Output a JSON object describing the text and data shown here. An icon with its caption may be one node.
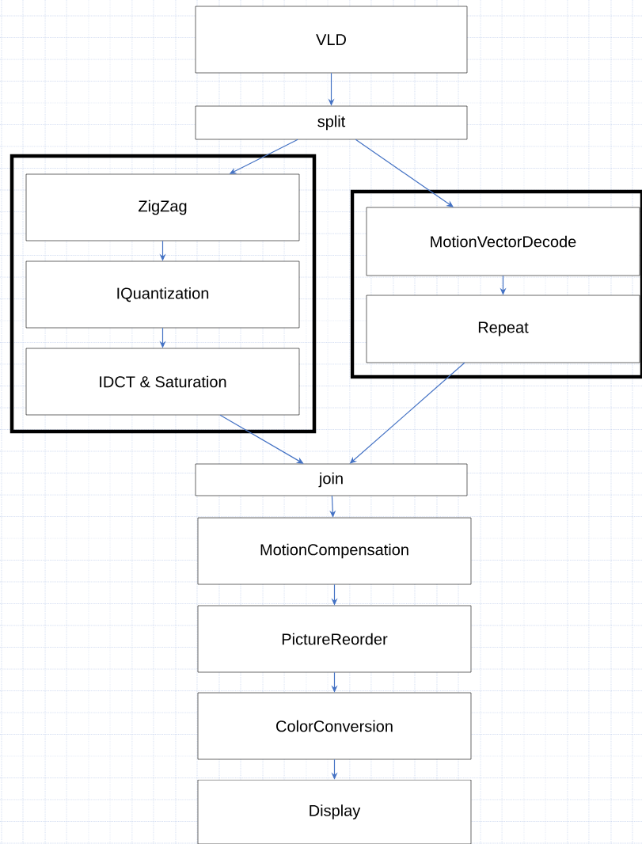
{
  "diagram": {
    "nodes": [
      {
        "text": [
          "VLD"
        ]
      },
      {
        "text": [
          "split"
        ]
      },
      {
        "text": [],
        "shape": "box"
      },
      {
        "text": [
          "ZigZag"
        ],
        "in": 2
      },
      {
        "text": [
          "IQuantization"
        ],
        "in": 2
      },
      {
        "text": [
          "IDCT & Saturation"
        ],
        "in": 2
      },
      {
        "text": [],
        "shape": "box"
      },
      {
        "text": [
          "MotionVectorDecode"
        ],
        "in": 6
      },
      {
        "text": [
          "Repeat"
        ],
        "in": 6
      },
      {
        "text": [
          "join"
        ]
      },
      {
        "text": [
          "MotionCompensation"
        ]
      },
      {
        "text": [
          "PictureReorder"
        ]
      },
      {
        "text": [
          "ColorConversion"
        ]
      },
      {
        "text": [
          "Display"
        ]
      }
    ],
    "edges": [
      {
        "from": 0,
        "to": 1,
        "arrow": "to"
      },
      {
        "from": 1,
        "to": 3,
        "arrow": "to"
      },
      {
        "from": 1,
        "to": 7,
        "arrow": "to"
      },
      {
        "from": 3,
        "to": 4,
        "arrow": "to"
      },
      {
        "from": 4,
        "to": 5,
        "arrow": "to"
      },
      {
        "from": 7,
        "to": 8,
        "arrow": "to"
      },
      {
        "from": 5,
        "to": 9,
        "arrow": "to"
      },
      {
        "from": 8,
        "to": 9,
        "arrow": "to"
      },
      {
        "from": 9,
        "to": 10,
        "arrow": "to"
      },
      {
        "from": 10,
        "to": 11,
        "arrow": "to"
      },
      {
        "from": 11,
        "to": 12,
        "arrow": "to"
      },
      {
        "from": 12,
        "to": 13,
        "arrow": "to"
      }
    ]
  }
}
